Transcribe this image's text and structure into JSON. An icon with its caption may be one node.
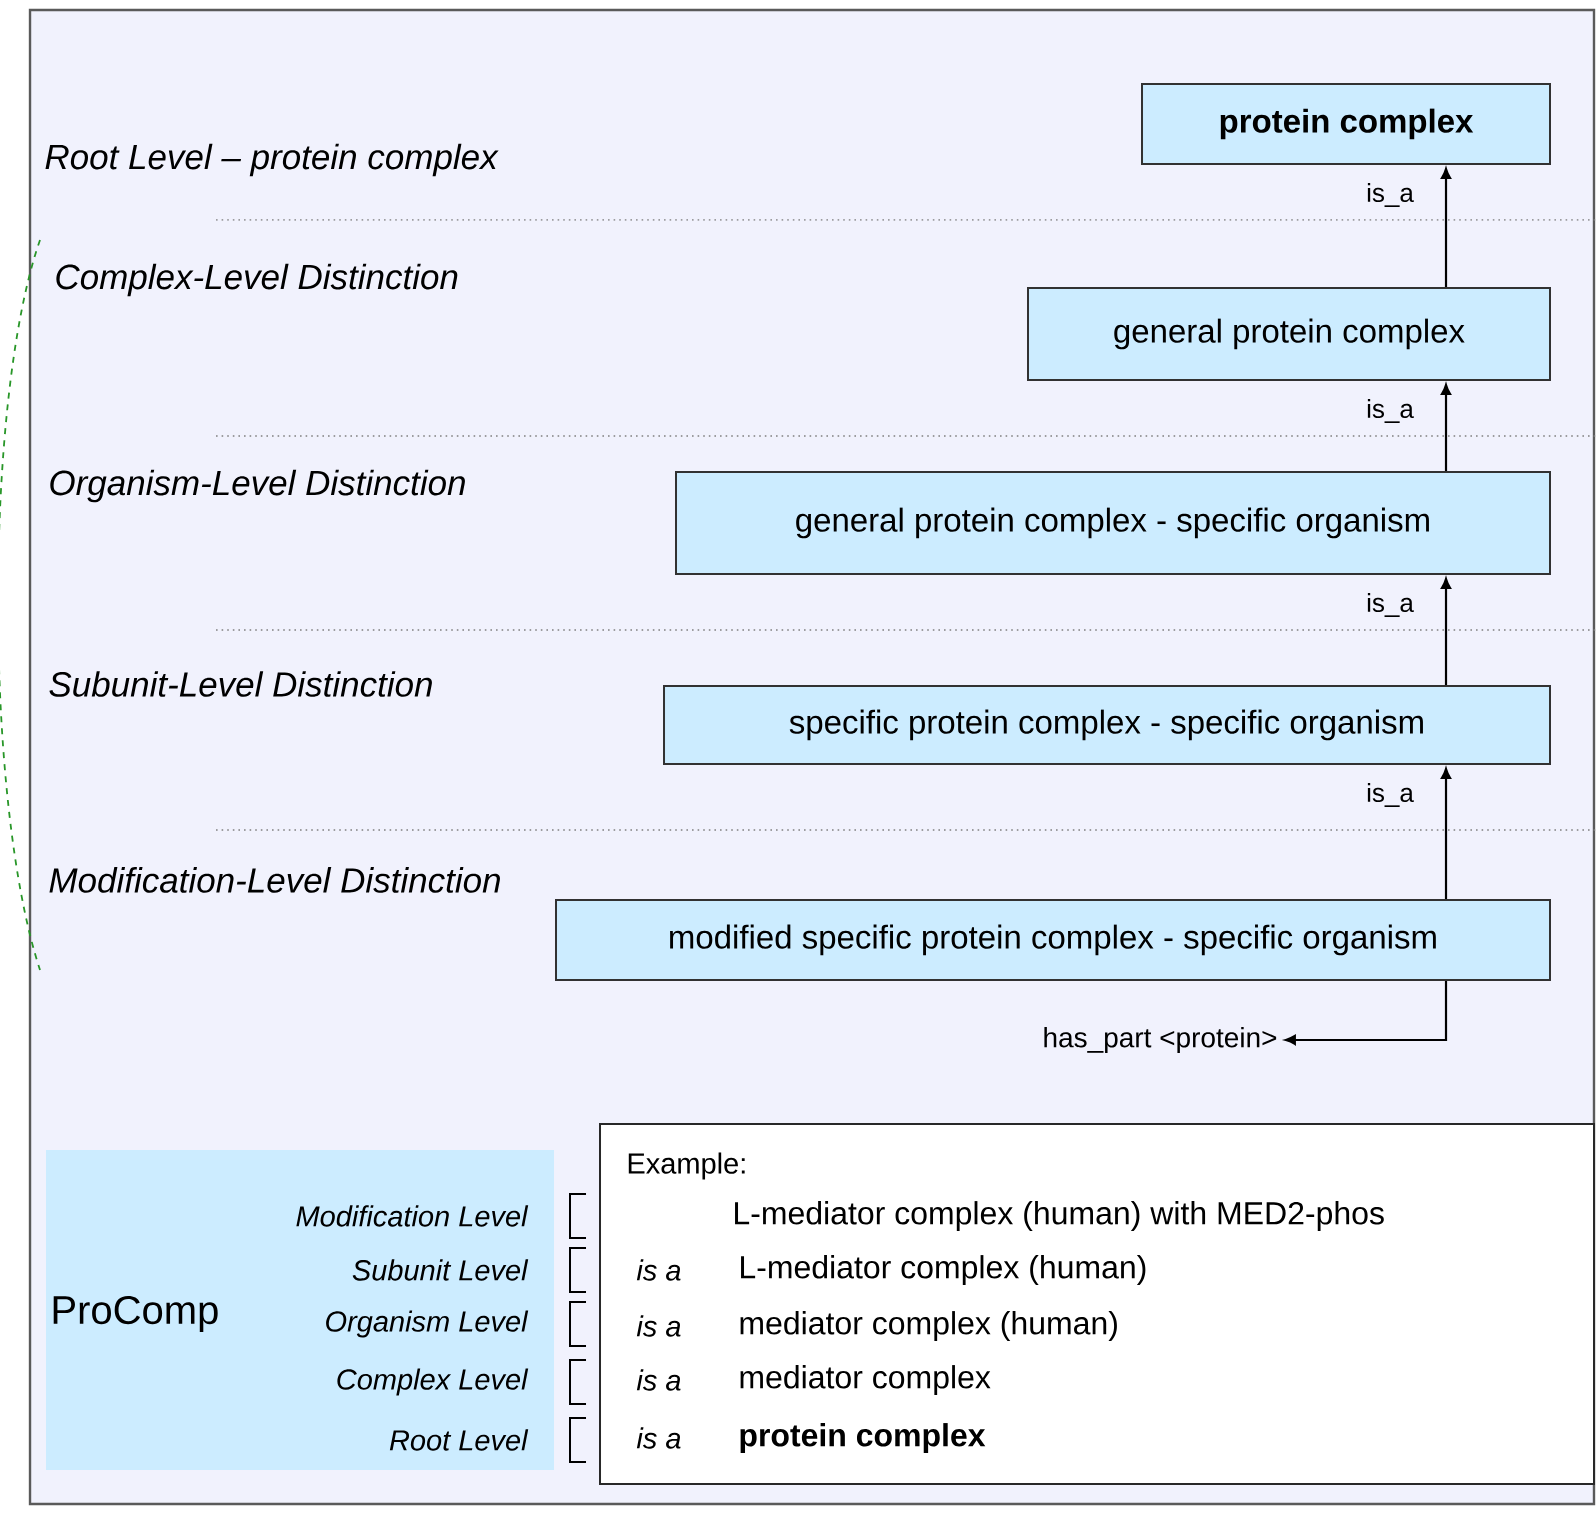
{
  "diagram": {
    "nodes": [
      {
        "text": [
          "protein complex"
        ]
      },
      {
        "text": [
          "general protein complex"
        ]
      },
      {
        "text": [
          "general protein complex - specific organism"
        ]
      },
      {
        "text": [
          "specific protein complex - specific organism"
        ]
      },
      {
        "text": [
          "modified specific protein complex - specific organism"
        ]
      },
      {
        "text": [
          "has_part <protein>"
        ]
      },
      {
        "text": [
          "ProComp",
          "Modification Level",
          "Subunit Level",
          "Organism Level",
          "Complex Level",
          "Root Level"
        ]
      },
      {
        "text": [
          "Example:",
          "L-mediator complex (human) with MED2-phos",
          "is a",
          "L-mediator complex (human)",
          "is a",
          "mediator complex (human)",
          "is a",
          "mediator complex",
          "is a",
          "protein complex"
        ]
      }
    ],
    "edges": [
      {
        "from": 1,
        "to": 0,
        "arrow": "to",
        "label": "is_a"
      },
      {
        "from": 2,
        "to": 1,
        "arrow": "to",
        "label": "is_a"
      },
      {
        "from": 3,
        "to": 2,
        "arrow": "to",
        "label": "is_a"
      },
      {
        "from": 4,
        "to": 3,
        "arrow": "to",
        "label": "is_a"
      },
      {
        "from": 4,
        "to": 5,
        "arrow": "to"
      }
    ],
    "labels": [
      "Root Level – protein complex",
      "Complex-Level Distinction",
      "Organism-Level Distinction",
      "Subunit-Level Distinction",
      "Modification-Level Distinction"
    ]
  }
}
